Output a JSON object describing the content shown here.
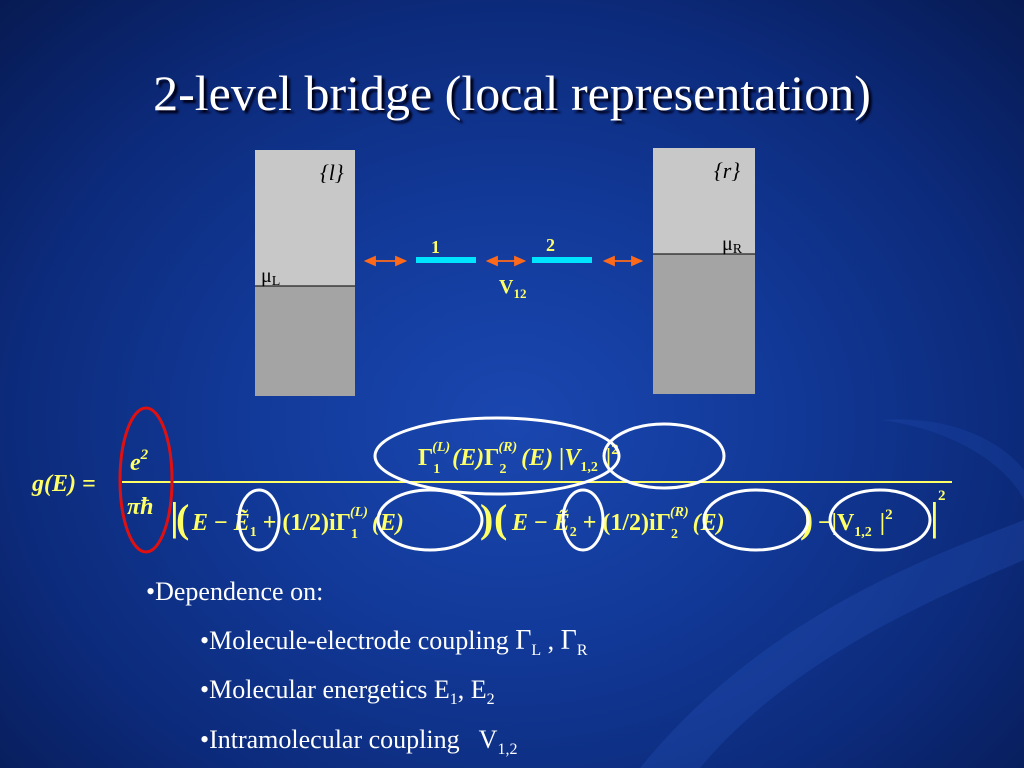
{
  "slide": {
    "title": "2-level bridge (local representation)"
  },
  "diagram": {
    "left_set_label": "{l}",
    "right_set_label": "{r}",
    "mu_left": "μ",
    "mu_left_sub": "L",
    "mu_right": "μ",
    "mu_right_sub": "R",
    "level1_label": "1",
    "level2_label": "2",
    "coupling": "V",
    "coupling_sub": "12"
  },
  "formula": {
    "lhs": "g(E) =",
    "prefactor_num": "e",
    "prefactor_num_sup": "2",
    "prefactor_den": "πħ",
    "numerator": {
      "gamma": "Γ",
      "gamma1_sub": "1",
      "gamma1_sup": "(L)",
      "gamma2_sub": "2",
      "gamma2_sup": "(R)",
      "argE": "(E)",
      "coupling_open": "|V",
      "coupling_sub": "1,2",
      "coupling_close": "|",
      "sup2": "2"
    },
    "denominator": {
      "open_bar": "|",
      "paren_open": "(",
      "paren_close": ")",
      "E": "E",
      "minus": "−",
      "E1_tilde": "Ẽ",
      "E1_sub": "1",
      "E2_sub": "2",
      "plus_half": "+ (1/2)i",
      "gamma": "Γ",
      "gamma1_sub": "1",
      "gamma1_sup": "(L)",
      "gamma2_sub": "2",
      "gamma2_sup": "(R)",
      "argE": "(E)",
      "minus_coupling": "−|V",
      "coupling_sub": "1,2",
      "coupling_close": "|",
      "sup2": "2",
      "close_bar": "|",
      "outer_sup": "2"
    }
  },
  "bullets": [
    {
      "text": "•Dependence on:"
    },
    {
      "text": "•Molecule-electrode coupling ",
      "g1": "Γ",
      "s1": "L",
      "sep": " , ",
      "g2": "Γ",
      "s2": "R"
    },
    {
      "text": "•Molecular energetics E",
      "s1": "1",
      "mid": ", E",
      "s2": "2"
    },
    {
      "text": "•Intramolecular coupling   V",
      "s1": "1,2"
    }
  ],
  "colors": {
    "background": "#123a9a",
    "formula": "#ffff66",
    "highlight_red": "#e01010",
    "highlight_white": "#ffffff",
    "level": "#00e5ff",
    "arrow": "#ff6a1a",
    "electrode_light": "#c8c8c8",
    "electrode_dark": "#a4a4a4"
  }
}
